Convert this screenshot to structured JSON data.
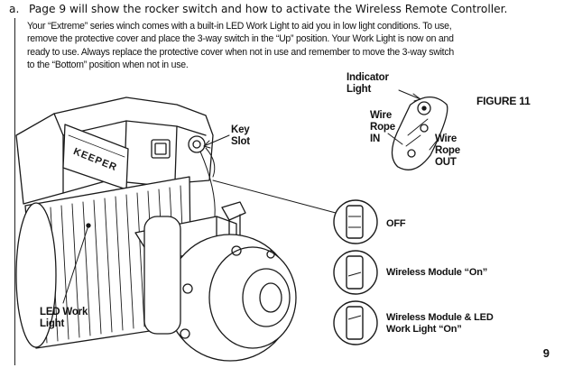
{
  "intro": {
    "marker": "a.",
    "text": "Page 9 will show the rocker switch and how to activate the Wireless Remote Controller."
  },
  "paragraph": {
    "lines": [
      "Your “Extreme” series winch comes with a built-in LED Work Light to aid you in low light conditions. To use,",
      "remove the protective cover and place the 3-way switch in the “Up” position. Your Work Light is now on and",
      "ready to use. Always replace the protective cover when not in use and remember to move the 3-way switch",
      "to the “Bottom” position when not in use."
    ]
  },
  "figure": {
    "title": "FIGURE 11",
    "brand_text": "KEEPER",
    "labels": {
      "indicator_1": "Indicator",
      "indicator_2": "Light",
      "wire_in_1": "Wire",
      "wire_in_2": "Rope",
      "wire_in_3": "IN",
      "wire_out_1": "Wire",
      "wire_out_2": "Rope",
      "wire_out_3": "OUT",
      "key_1": "Key",
      "key_2": "Slot",
      "led_1": "LED Work",
      "led_2": "Light"
    },
    "switch_positions": [
      {
        "label": "OFF"
      },
      {
        "label": "Wireless Module “On”"
      },
      {
        "label_1": "Wireless Module & LED",
        "label_2": "Work Light “On”"
      }
    ]
  },
  "page_number": "9"
}
